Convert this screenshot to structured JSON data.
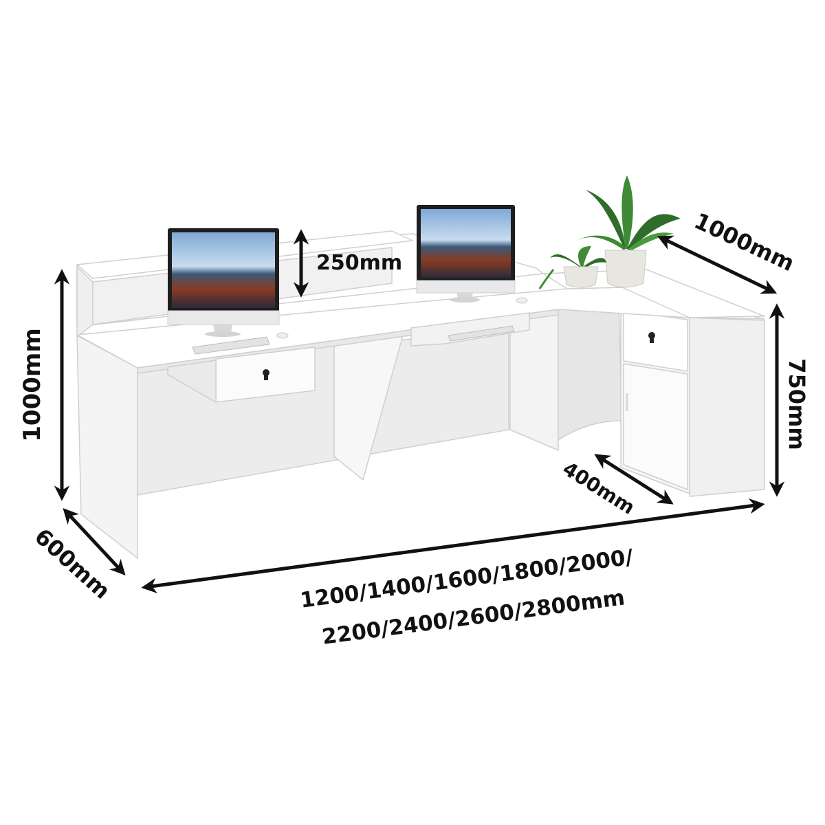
{
  "dimensions": {
    "total_height": "1000mm",
    "riser_height": "250mm",
    "return_depth": "1000mm",
    "cabinet_height": "750mm",
    "depth": "600mm",
    "knee_space": "400mm",
    "length_line1": "1200/1400/1600/1800/2000/",
    "length_line2": "2200/2400/2600/2800mm"
  },
  "colors": {
    "desk_white": "#ffffff",
    "desk_shade": "#eeeeee",
    "desk_shadow": "#dcdcdc",
    "edge": "#cfcfcf",
    "arrow": "#111111",
    "monitor_frame": "#1e1e1e",
    "plant_leaf": "#2f6e2a",
    "pot": "#e8e6e0"
  },
  "icons": [
    "monitor-icon",
    "keyboard-icon",
    "mouse-icon",
    "plant-icon",
    "lock-icon"
  ]
}
